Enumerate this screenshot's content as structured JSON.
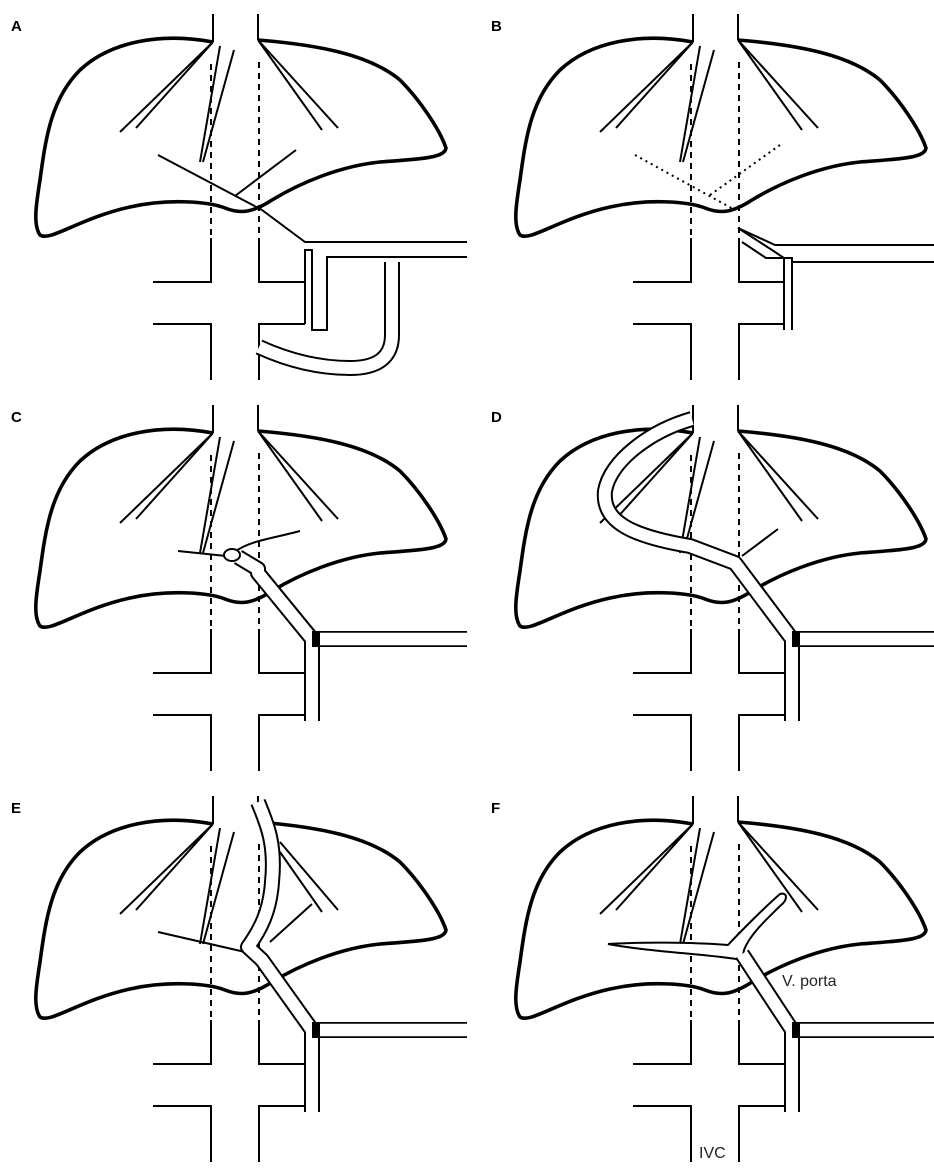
{
  "panels": [
    {
      "id": "A",
      "label": "A"
    },
    {
      "id": "B",
      "label": "B"
    },
    {
      "id": "C",
      "label": "C"
    },
    {
      "id": "D",
      "label": "D"
    },
    {
      "id": "E",
      "label": "E"
    },
    {
      "id": "F",
      "label": "F"
    }
  ],
  "annotations": {
    "portal_vein": "V. porta",
    "ivc": "IVC"
  }
}
